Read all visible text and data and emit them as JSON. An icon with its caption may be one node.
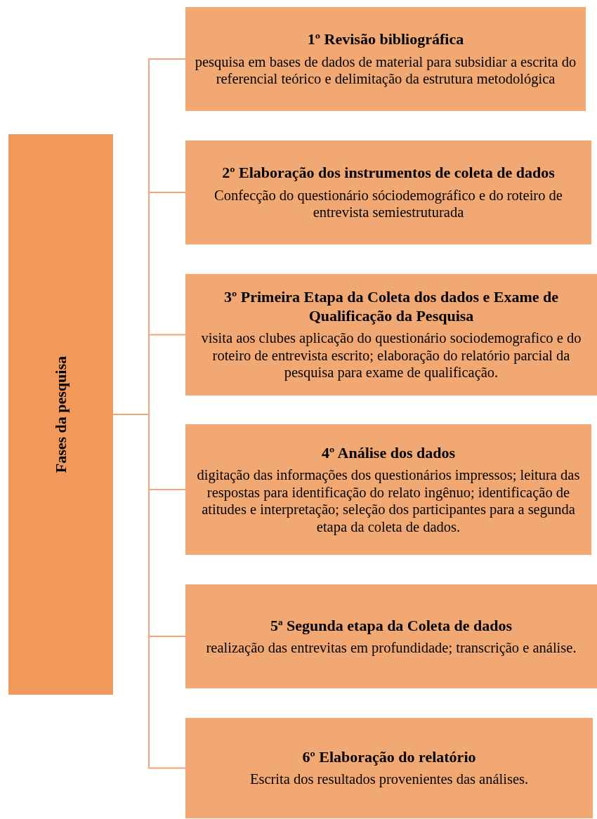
{
  "diagram": {
    "nodes": [
      {
        "text": [
          "Fases da pesquisa"
        ]
      },
      {
        "text": [
          "1º Revisão bibliográfica",
          "pesquisa em bases de dados de material para subsidiar a escrita do referencial teórico e delimitação da estrutura metodológica"
        ]
      },
      {
        "text": [
          "2º Elaboração dos instrumentos de coleta de dados",
          "Confecção do questionário sóciodemográfico e do roteiro de entrevista semiestruturada"
        ]
      },
      {
        "text": [
          "3º Primeira Etapa da Coleta dos dados e Exame de Qualificação da Pesquisa",
          "visita aos clubes aplicação do questionário sociodemografico e do roteiro de entrevista escrito; elaboração do relatório parcial da pesquisa para exame de qualificação."
        ]
      },
      {
        "text": [
          "4º Análise dos dados",
          "digitação das informações dos questionários impressos; leitura das respostas para identificação do relato ingênuo; identificação de atitudes e interpretação; seleção dos participantes para a segunda etapa da coleta de dados."
        ]
      },
      {
        "text": [
          "5ª Segunda etapa da Coleta de dados",
          "realização das entrevitas em profundidade; transcrição e análise."
        ]
      },
      {
        "text": [
          "6º Elaboração do relatório",
          "Escrita dos resultados provenientes das análises."
        ]
      }
    ],
    "edges": [
      {
        "from": 0,
        "to": 1,
        "arrow": "none"
      },
      {
        "from": 0,
        "to": 2,
        "arrow": "none"
      },
      {
        "from": 0,
        "to": 3,
        "arrow": "none"
      },
      {
        "from": 0,
        "to": 4,
        "arrow": "none"
      },
      {
        "from": 0,
        "to": 5,
        "arrow": "none"
      },
      {
        "from": 0,
        "to": 6,
        "arrow": "none"
      }
    ]
  }
}
